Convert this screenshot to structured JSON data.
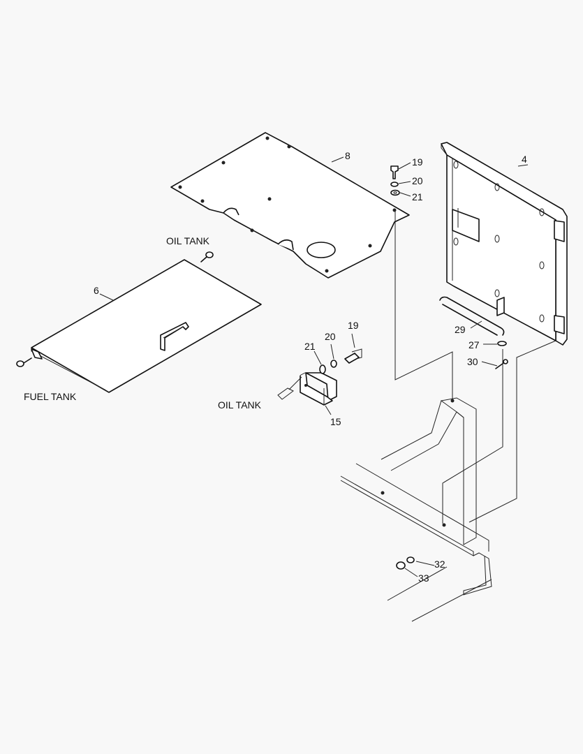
{
  "callouts": {
    "c8": "8",
    "c4": "4",
    "c19a": "19",
    "c20a": "20",
    "c21a": "21",
    "c6": "6",
    "c19b": "19",
    "c20b": "20",
    "c21b": "21",
    "c15": "15",
    "c29": "29",
    "c27": "27",
    "c30": "30",
    "c32": "32",
    "c33": "33"
  },
  "labels": {
    "oil_tank_top": "OIL TANK",
    "fuel_tank": "FUEL TANK",
    "oil_tank_bracket": "OIL TANK"
  }
}
